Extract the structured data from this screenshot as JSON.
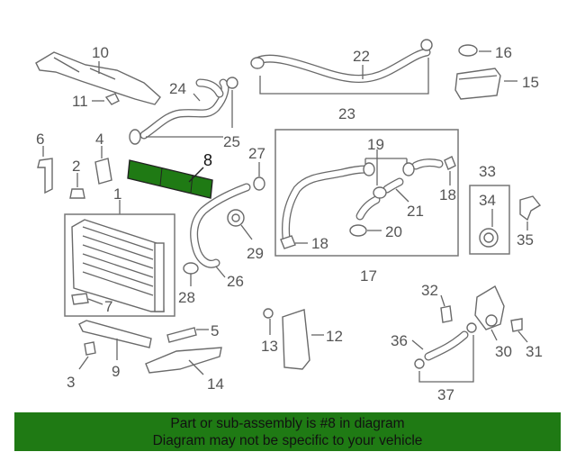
{
  "diagram": {
    "callouts": [
      "1",
      "2",
      "3",
      "4",
      "5",
      "6",
      "7",
      "8",
      "9",
      "10",
      "11",
      "12",
      "13",
      "14",
      "15",
      "16",
      "17",
      "18",
      "19",
      "20",
      "21",
      "22",
      "23",
      "24",
      "25",
      "26",
      "27",
      "28",
      "29",
      "30",
      "31",
      "32",
      "33",
      "34",
      "35",
      "36",
      "37"
    ],
    "highlighted_part": "8",
    "highlight_color": "#1f7a14"
  },
  "banner": {
    "line1": "Part or sub-assembly is #8 in diagram",
    "line2": "Diagram may not be specific to your vehicle",
    "background": "#1f7a14"
  }
}
